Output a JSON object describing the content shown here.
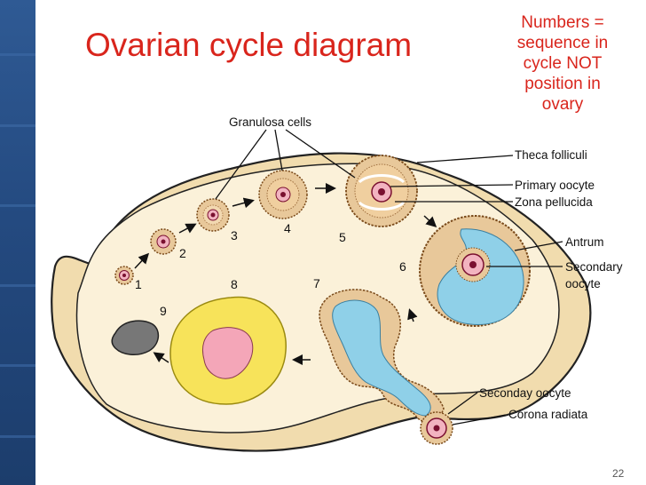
{
  "slide": {
    "title": "Ovarian cycle diagram",
    "note_lines": [
      "Numbers =",
      "sequence in",
      "cycle NOT",
      "position in",
      "ovary"
    ],
    "page_number": "22"
  },
  "diagram": {
    "labels": {
      "granulosa": "Granulosa cells",
      "theca": "Theca folliculi",
      "primary_oocyte": "Primary oocyte",
      "zona": "Zona pellucida",
      "antrum": "Antrum",
      "secondary_oocyte_1": "Secondary",
      "secondary_oocyte_2": "oocyte",
      "seconday_oocyte": "Seconday oocyte",
      "corona": "Corona radiata"
    },
    "stages": [
      "1",
      "2",
      "3",
      "4",
      "5",
      "6",
      "7",
      "8",
      "9"
    ]
  },
  "colors": {
    "title": "#d9251c",
    "granulosa": "#e8c89a",
    "oocyte": "#f2b3c0",
    "nucleus": "#7a1030",
    "antrum": "#8fd0e8",
    "corpus_luteum": "#f7e35a",
    "ovary_wall": "#f1dcae"
  }
}
